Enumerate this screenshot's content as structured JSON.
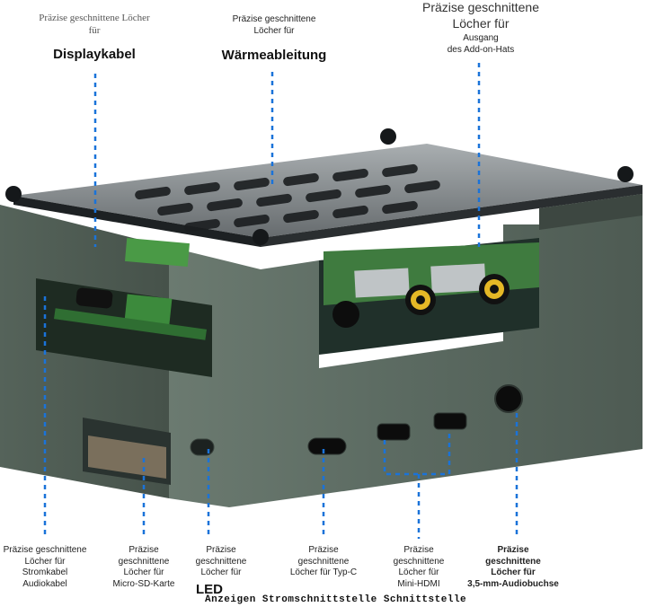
{
  "top_labels": {
    "display": {
      "line1": "Präzise geschnittene Löcher",
      "line2": "für",
      "title": "Displaykabel"
    },
    "heat": {
      "line1": "Präzise geschnittene",
      "line2": "Löcher für",
      "title": "Wärmeableitung"
    },
    "addon": {
      "line1": "Präzise geschnittene",
      "line2": "Löcher für",
      "line3": "Ausgang",
      "line4": "des Add-on-Hats"
    }
  },
  "bottom_labels": {
    "power": {
      "l1": "Präzise geschnittene",
      "l2": "Löcher für",
      "l3": "Stromkabel",
      "l4": "Audiokabel"
    },
    "sd": {
      "l1": "Präzise",
      "l2": "geschnittene",
      "l3": "Löcher für",
      "l4": "Micro-SD-Karte"
    },
    "led": {
      "l1": "Präzise",
      "l2": "geschnittene",
      "l3": "Löcher für",
      "title": "LED"
    },
    "typec": {
      "l1": "Präzise",
      "l2": "geschnittene",
      "l3": "Löcher für Typ-C"
    },
    "hdmi": {
      "l1": "Präzise",
      "l2": "geschnittene",
      "l3": "Löcher für",
      "l4": "Mini-HDMI"
    },
    "audio": {
      "l1": "Präzise",
      "l2": "geschnittene",
      "l3": "Löcher für",
      "l4": "3,5-mm-Audiobuchse"
    }
  },
  "footer": "Anzeigen Stromschnittstelle Schnittstelle",
  "colors": {
    "callout": "#1a73d9",
    "case": "#5e6d64",
    "case_dark": "#3f4a43",
    "lid": "#2a2e30"
  }
}
